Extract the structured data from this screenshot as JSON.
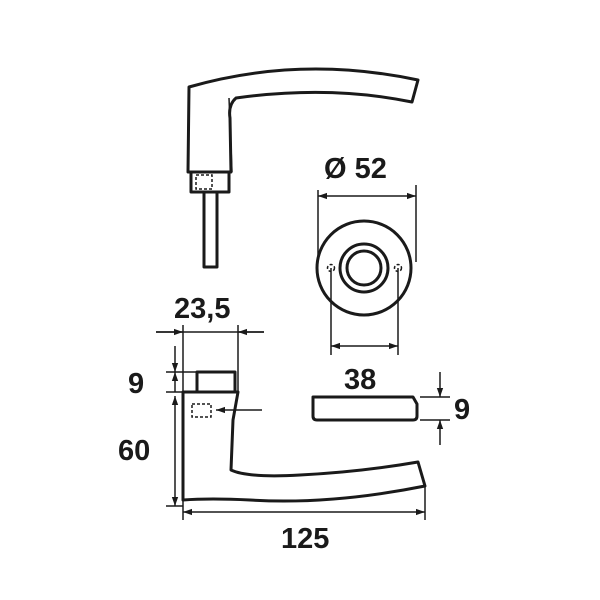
{
  "diagram": {
    "colors": {
      "line": "#1a1a1a",
      "background": "#ffffff"
    },
    "dimensions": {
      "rosette_diameter": "Ø 52",
      "screw_spacing": "38",
      "rosette_height": "9",
      "spindle_width": "23,5",
      "spindle_height": "9",
      "handle_height": "60",
      "handle_length": "125"
    }
  }
}
